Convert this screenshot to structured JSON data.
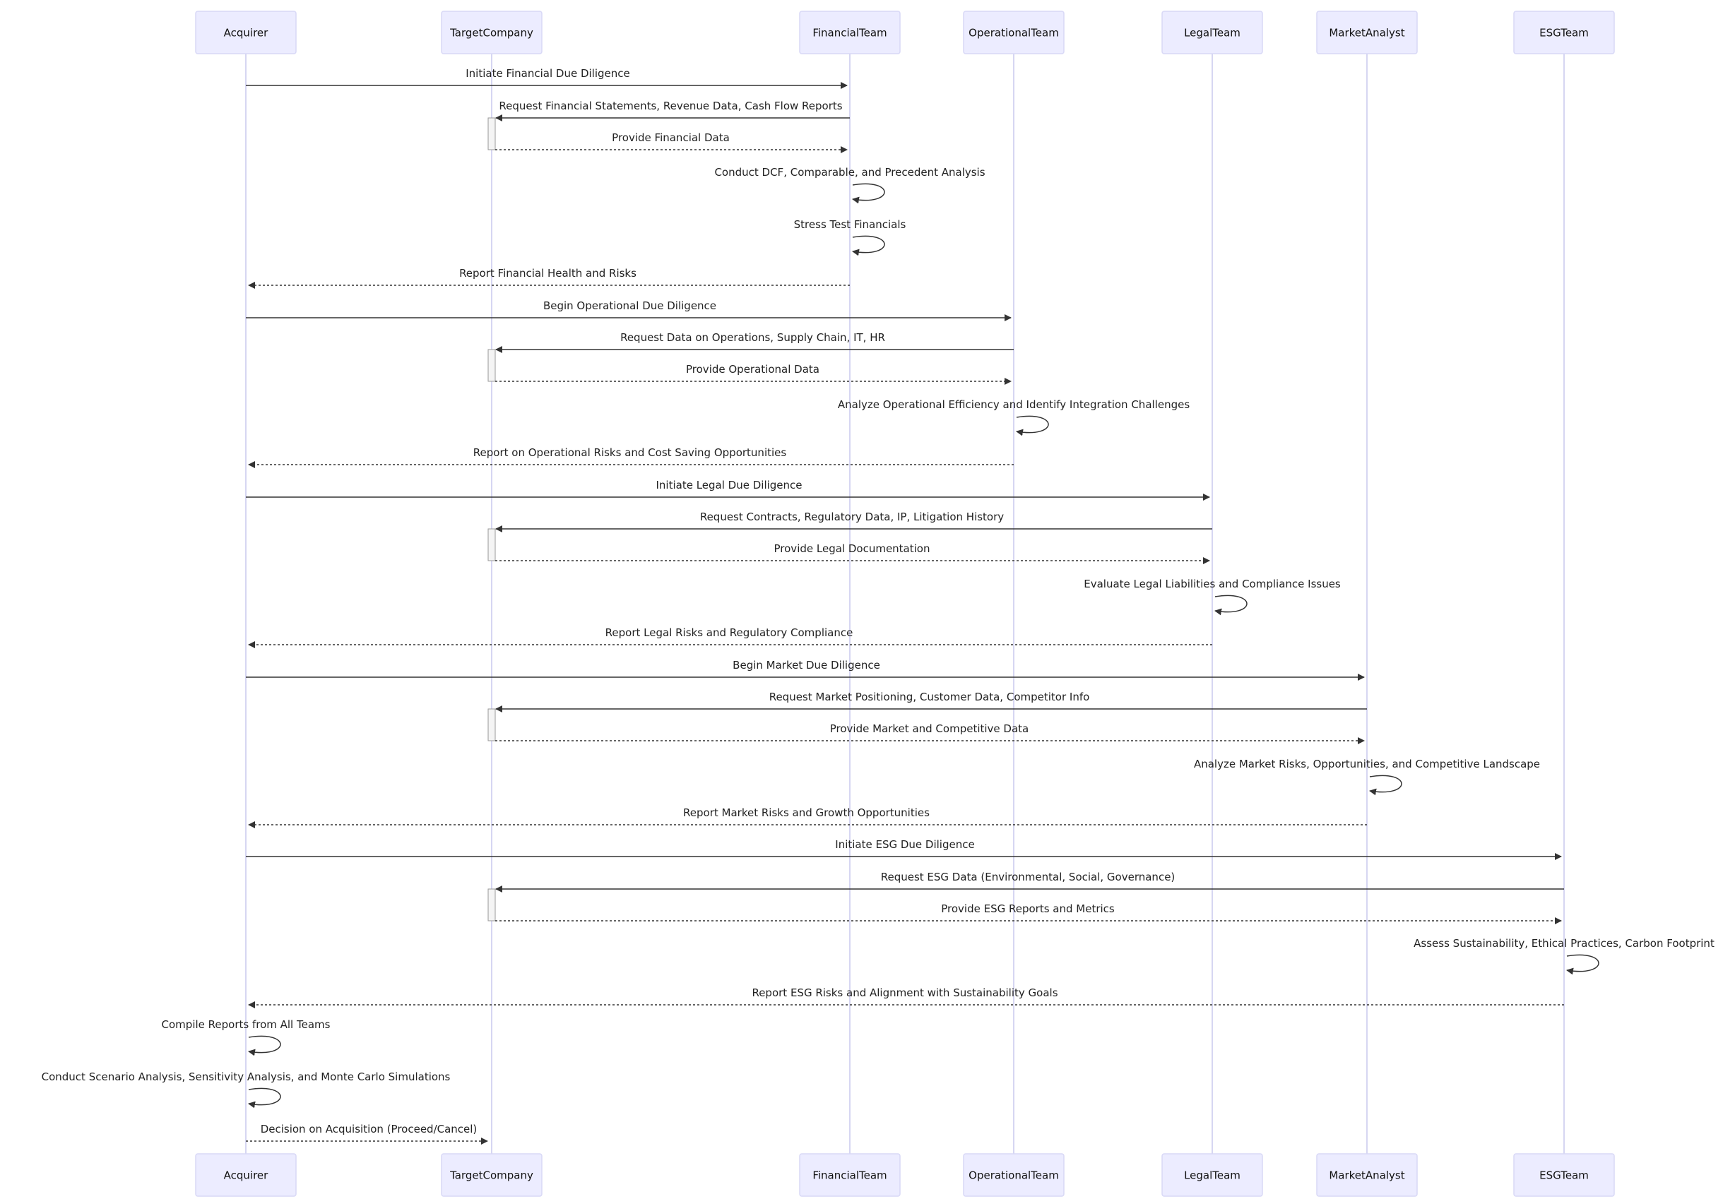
{
  "participants": [
    {
      "id": "acq",
      "label": "Acquirer"
    },
    {
      "id": "tgt",
      "label": "TargetCompany"
    },
    {
      "id": "fin",
      "label": "FinancialTeam"
    },
    {
      "id": "ops",
      "label": "OperationalTeam"
    },
    {
      "id": "leg",
      "label": "LegalTeam"
    },
    {
      "id": "mkt",
      "label": "MarketAnalyst"
    },
    {
      "id": "esg",
      "label": "ESGTeam"
    }
  ],
  "messages": [
    {
      "from": "acq",
      "to": "fin",
      "text": "Initiate Financial Due Diligence",
      "style": "solid"
    },
    {
      "from": "fin",
      "to": "tgt",
      "text": "Request Financial Statements, Revenue Data, Cash Flow Reports",
      "style": "solid"
    },
    {
      "from": "tgt",
      "to": "fin",
      "text": "Provide Financial Data",
      "style": "dotted"
    },
    {
      "from": "fin",
      "to": "fin",
      "text": "Conduct DCF, Comparable, and Precedent Analysis",
      "style": "solid"
    },
    {
      "from": "fin",
      "to": "fin",
      "text": "Stress Test Financials",
      "style": "solid"
    },
    {
      "from": "fin",
      "to": "acq",
      "text": "Report Financial Health and Risks",
      "style": "dotted"
    },
    {
      "from": "acq",
      "to": "ops",
      "text": "Begin Operational Due Diligence",
      "style": "solid"
    },
    {
      "from": "ops",
      "to": "tgt",
      "text": "Request Data on Operations, Supply Chain, IT, HR",
      "style": "solid"
    },
    {
      "from": "tgt",
      "to": "ops",
      "text": "Provide Operational Data",
      "style": "dotted"
    },
    {
      "from": "ops",
      "to": "ops",
      "text": "Analyze Operational Efficiency and Identify Integration Challenges",
      "style": "solid"
    },
    {
      "from": "ops",
      "to": "acq",
      "text": "Report on Operational Risks and Cost Saving Opportunities",
      "style": "dotted"
    },
    {
      "from": "acq",
      "to": "leg",
      "text": "Initiate Legal Due Diligence",
      "style": "solid"
    },
    {
      "from": "leg",
      "to": "tgt",
      "text": "Request Contracts, Regulatory Data, IP, Litigation History",
      "style": "solid"
    },
    {
      "from": "tgt",
      "to": "leg",
      "text": "Provide Legal Documentation",
      "style": "dotted"
    },
    {
      "from": "leg",
      "to": "leg",
      "text": "Evaluate Legal Liabilities and Compliance Issues",
      "style": "solid"
    },
    {
      "from": "leg",
      "to": "acq",
      "text": "Report Legal Risks and Regulatory Compliance",
      "style": "dotted"
    },
    {
      "from": "acq",
      "to": "mkt",
      "text": "Begin Market Due Diligence",
      "style": "solid"
    },
    {
      "from": "mkt",
      "to": "tgt",
      "text": "Request Market Positioning, Customer Data, Competitor Info",
      "style": "solid"
    },
    {
      "from": "tgt",
      "to": "mkt",
      "text": "Provide Market and Competitive Data",
      "style": "dotted"
    },
    {
      "from": "mkt",
      "to": "mkt",
      "text": "Analyze Market Risks, Opportunities, and Competitive Landscape",
      "style": "solid"
    },
    {
      "from": "mkt",
      "to": "acq",
      "text": "Report Market Risks and Growth Opportunities",
      "style": "dotted"
    },
    {
      "from": "acq",
      "to": "esg",
      "text": "Initiate ESG Due Diligence",
      "style": "solid"
    },
    {
      "from": "esg",
      "to": "tgt",
      "text": "Request ESG Data (Environmental, Social, Governance)",
      "style": "solid"
    },
    {
      "from": "tgt",
      "to": "esg",
      "text": "Provide ESG Reports and Metrics",
      "style": "dotted"
    },
    {
      "from": "esg",
      "to": "esg",
      "text": "Assess Sustainability, Ethical Practices, Carbon Footprint",
      "style": "solid"
    },
    {
      "from": "esg",
      "to": "acq",
      "text": "Report ESG Risks and Alignment with Sustainability Goals",
      "style": "dotted"
    },
    {
      "from": "acq",
      "to": "acq",
      "text": "Compile Reports from All Teams",
      "style": "solid"
    },
    {
      "from": "acq",
      "to": "acq",
      "text": "Conduct Scenario Analysis, Sensitivity Analysis, and Monte Carlo Simulations",
      "style": "solid"
    },
    {
      "from": "acq",
      "to": "tgt",
      "text": "Decision on Acquisition (Proceed/Cancel)",
      "style": "dotted"
    }
  ],
  "colors": {
    "actor_fill": "#ECECFF",
    "actor_border": "#D8D8F6",
    "lifeline": "#C9C9EE",
    "message": "#333333",
    "activation_fill": "#F4F4F4"
  }
}
